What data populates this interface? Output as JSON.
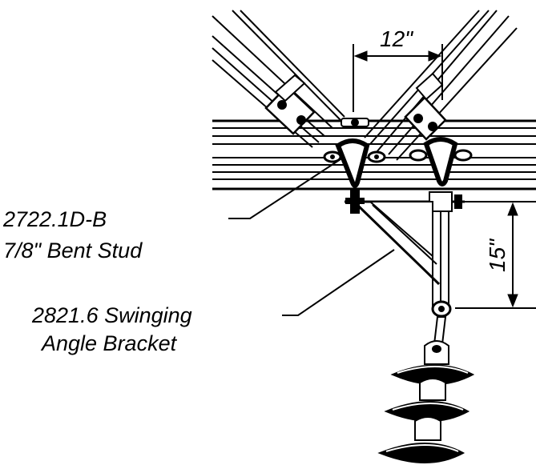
{
  "dimensions": {
    "horizontal": "12\"",
    "vertical": "15\""
  },
  "callouts": [
    {
      "line1": "2722.1D-B",
      "line2": "7/8\" Bent Stud"
    },
    {
      "line1": "2821.6 Swinging",
      "line2": "Angle Bracket"
    }
  ]
}
